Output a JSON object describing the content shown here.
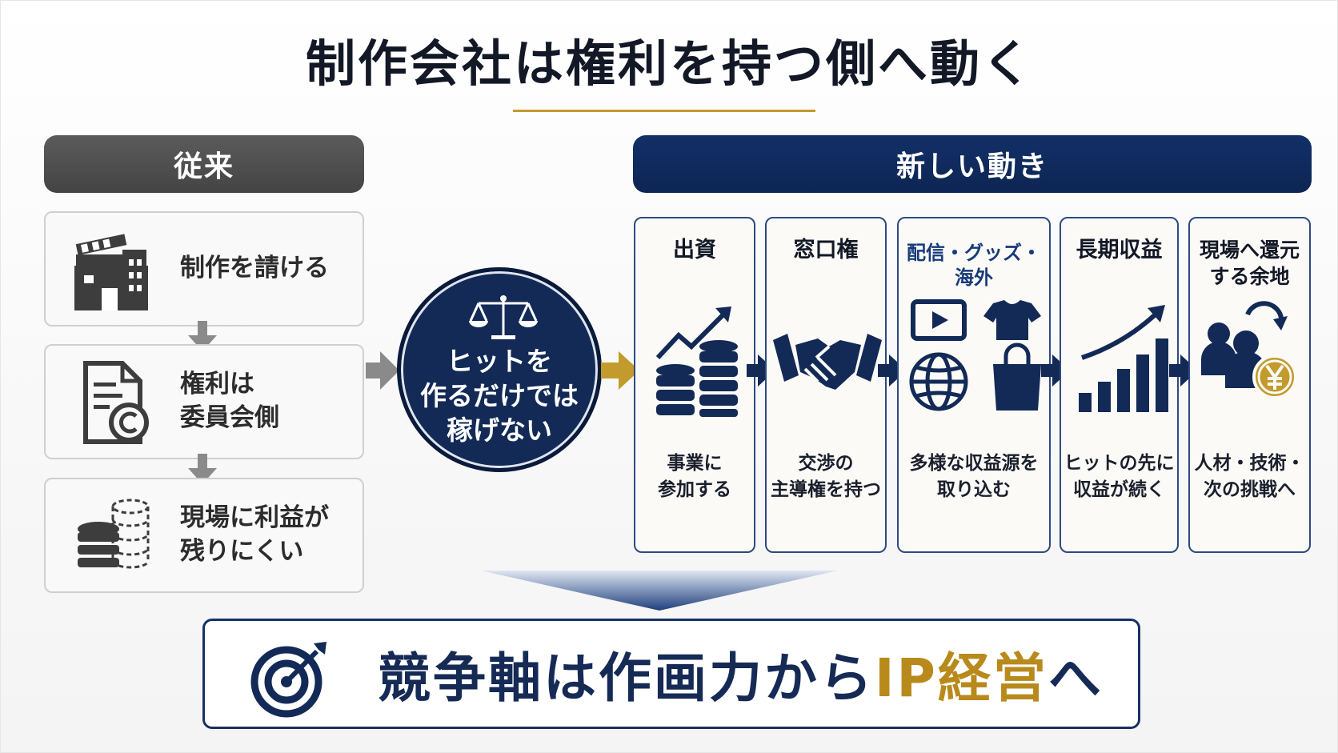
{
  "title": "制作会社は権利を持つ側へ動く",
  "old": {
    "header": "従来",
    "items": [
      {
        "line1": "制作を請ける",
        "line2": "",
        "icon": "studio-building-icon"
      },
      {
        "line1": "権利は",
        "line2": "委員会側",
        "icon": "copyright-document-icon"
      },
      {
        "line1": "現場に利益が",
        "line2": "残りにくい",
        "icon": "coin-stack-icon"
      }
    ]
  },
  "center": {
    "line1": "ヒットを",
    "line2": "作るだけでは",
    "line3": "稼げない",
    "icon": "balance-scale-icon"
  },
  "new": {
    "header": "新しい動き",
    "cards": [
      {
        "head1": "出資",
        "head2": "",
        "body1": "事業に",
        "body2": "参加する",
        "icon": "coins-growth-icon"
      },
      {
        "head1": "窓口権",
        "head2": "",
        "body1": "交渉の",
        "body2": "主導権を持つ",
        "icon": "handshake-icon"
      },
      {
        "head1": "配信・グッズ・海外",
        "head2": "",
        "body1": "多様な収益源を",
        "body2": "取り込む",
        "icon": "media-goods-global-icon"
      },
      {
        "head1": "長期収益",
        "head2": "",
        "body1": "ヒットの先に",
        "body2": "収益が続く",
        "icon": "growth-bars-icon"
      },
      {
        "head1": "現場へ還元",
        "head2": "する余地",
        "body1": "人材・技術・",
        "body2": "次の挑戦へ",
        "icon": "people-yen-icon"
      }
    ]
  },
  "bottom": {
    "text_main": "競争軸は作画力から",
    "text_gold": "IP経営",
    "text_end": "へ",
    "icon": "target-icon"
  },
  "colors": {
    "navy": "#132a57",
    "gold": "#c39a2c",
    "gray": "#4f4f4f"
  }
}
